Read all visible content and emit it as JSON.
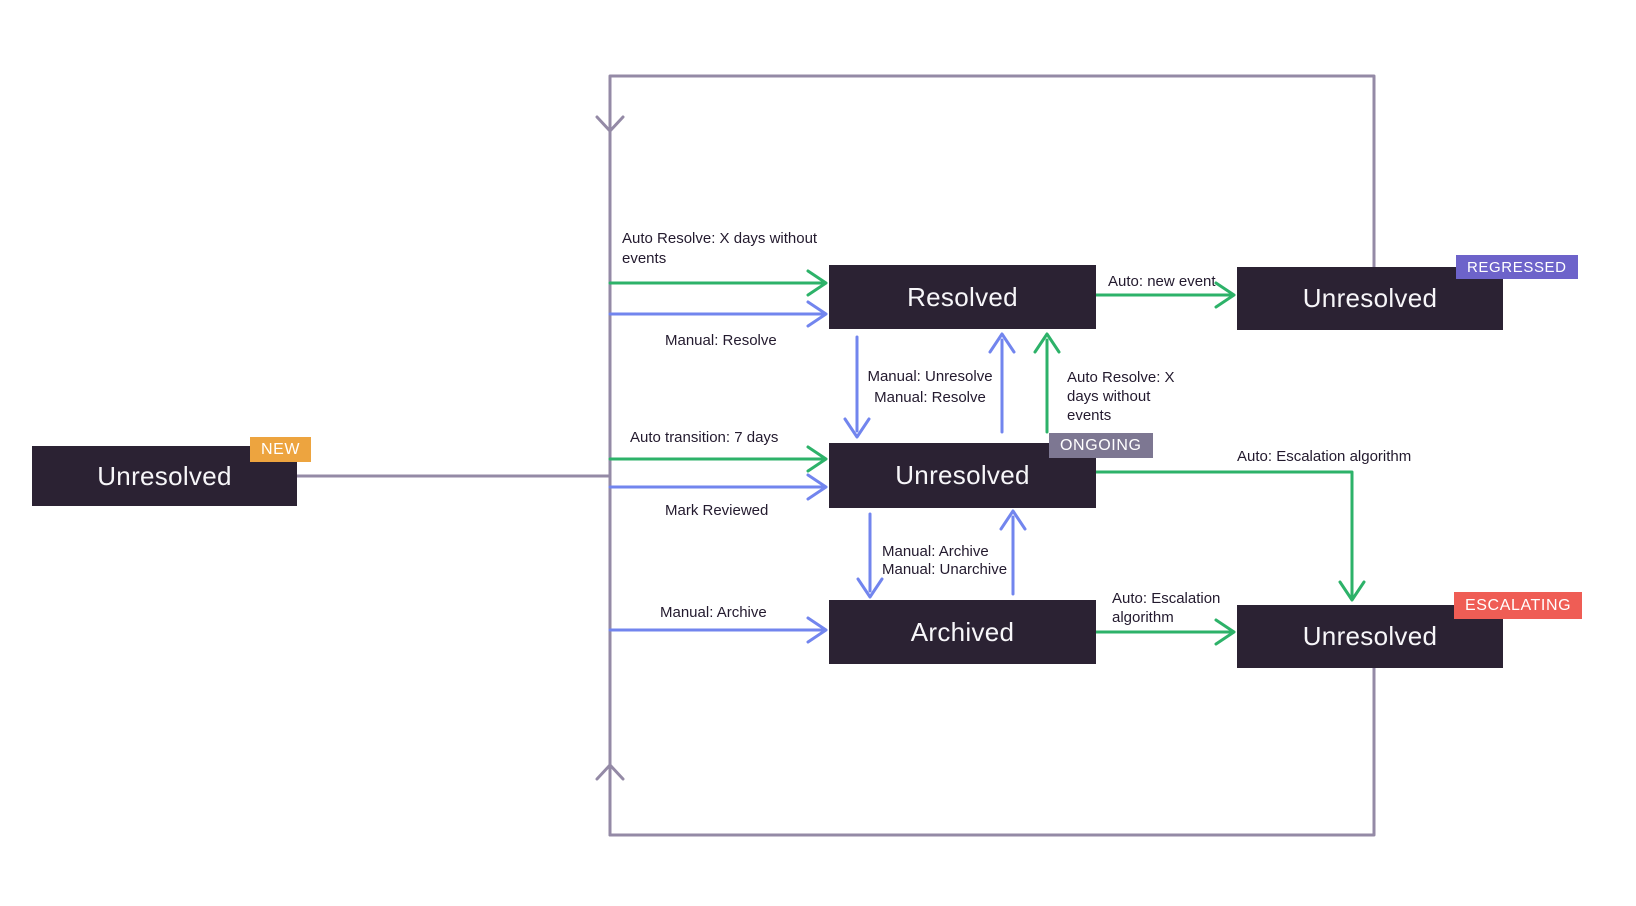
{
  "colors": {
    "box_bg": "#2b2233",
    "box_text": "#f7f6f9",
    "green": "#2db269",
    "blue": "#7285ee",
    "loop_line": "#948aa6",
    "label_text": "#231a2e",
    "badge_new": "#eda43f",
    "badge_ongoing": "#7d7792",
    "badge_regressed": "#6d63ca",
    "badge_escalating": "#ef5d55",
    "badge_text": "#ffffff"
  },
  "nodes": {
    "new_unresolved": {
      "label": "Unresolved",
      "badge": "NEW"
    },
    "resolved": {
      "label": "Resolved"
    },
    "ongoing_unresolved": {
      "label": "Unresolved",
      "badge": "ONGOING"
    },
    "archived": {
      "label": "Archived"
    },
    "regressed_unresolved": {
      "label": "Unresolved",
      "badge": "REGRESSED"
    },
    "escalating_unresolved": {
      "label": "Unresolved",
      "badge": "ESCALATING"
    }
  },
  "edges": {
    "auto_resolve": "Auto Resolve: X days without events",
    "manual_resolve": "Manual: Resolve",
    "auto_transition": "Auto transition: 7 days",
    "mark_reviewed": "Mark Reviewed",
    "manual_archive": "Manual: Archive",
    "manual_unresolve": "Manual: Unresolve",
    "manual_unarchive": "Manual: Unarchive",
    "auto_new_event": "Auto: new event",
    "auto_escalation": "Auto: Escalation algorithm"
  }
}
